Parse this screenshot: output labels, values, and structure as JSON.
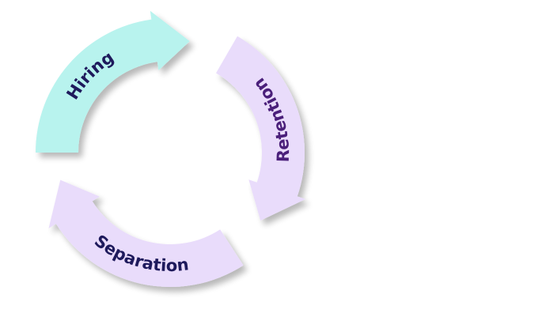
{
  "diagram": {
    "type": "cycle",
    "stages": [
      {
        "label": "Hiring",
        "fill": "#b8f3ee",
        "text_color": "#1e1a5c"
      },
      {
        "label": "Retention",
        "fill": "#e9dcfb",
        "text_color": "#4a1f7a"
      },
      {
        "label": "Separation",
        "fill": "#e9dcfb",
        "text_color": "#1e1a5c"
      }
    ],
    "shadow_color": "#000000"
  }
}
